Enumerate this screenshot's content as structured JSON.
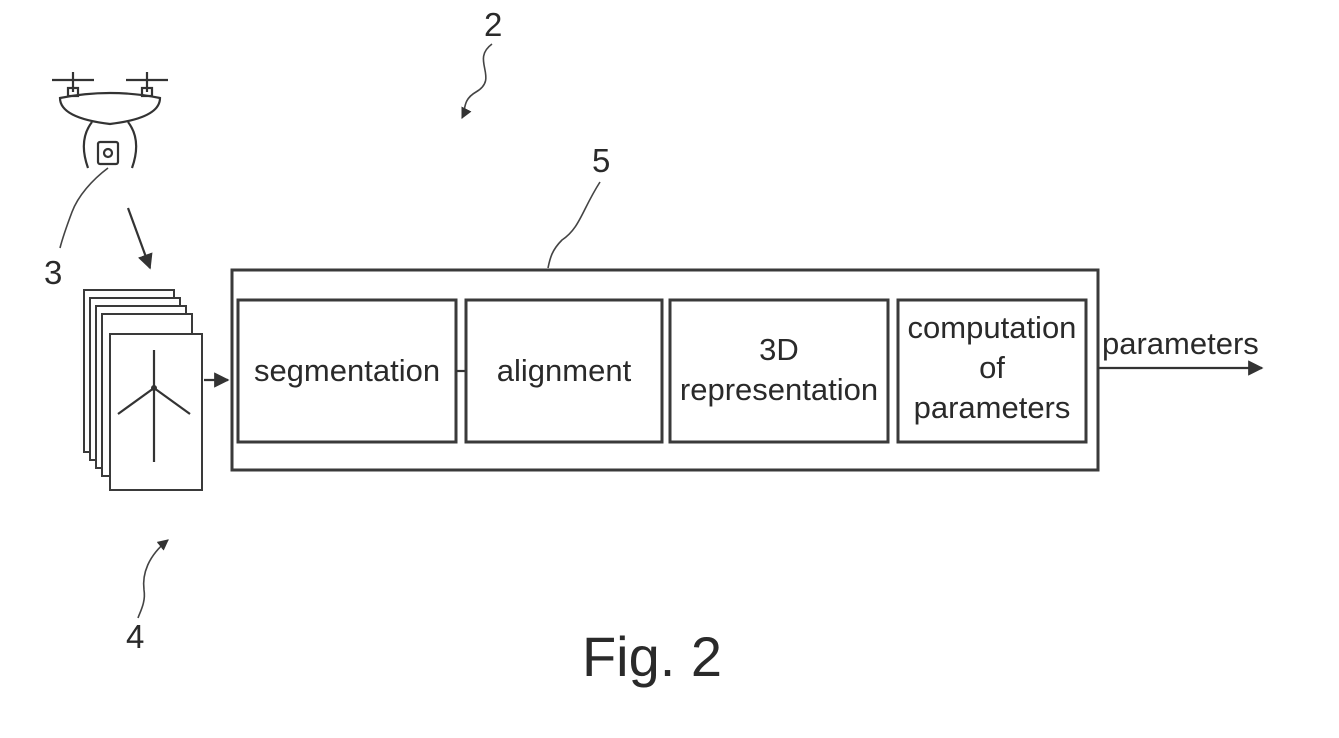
{
  "reference_numerals": {
    "system": "2",
    "drone": "3",
    "images": "4",
    "processing_unit": "5"
  },
  "processing_steps": [
    {
      "lines": [
        "segmentation"
      ]
    },
    {
      "lines": [
        "alignment"
      ]
    },
    {
      "lines": [
        "3D",
        "representation"
      ]
    },
    {
      "lines": [
        "computation",
        "of",
        "parameters"
      ]
    }
  ],
  "output_label": "parameters",
  "caption": "Fig. 2"
}
